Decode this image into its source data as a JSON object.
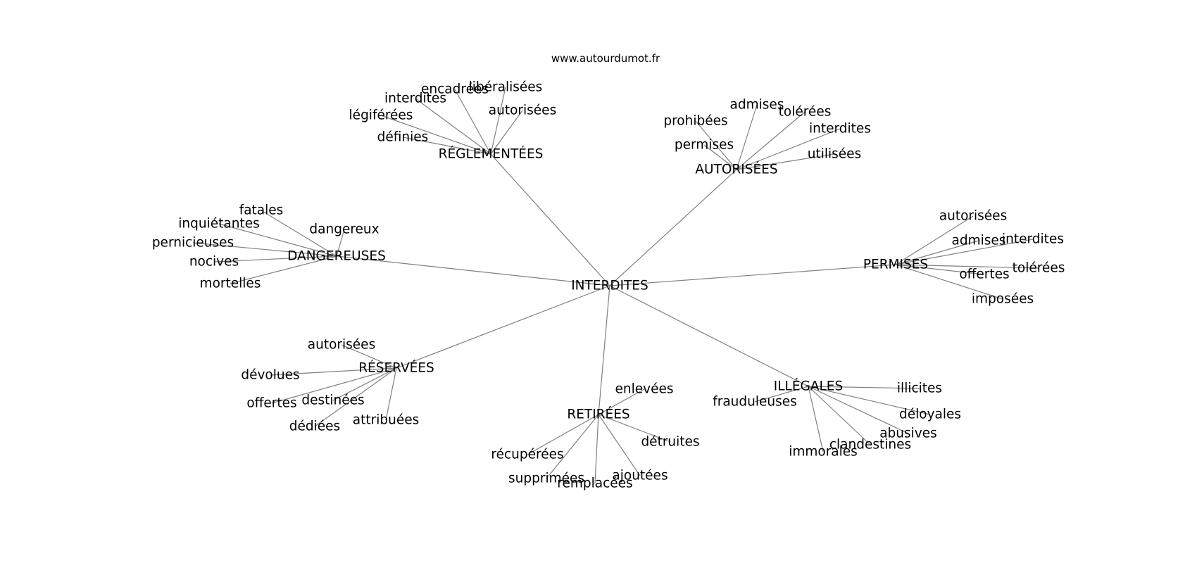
{
  "source": "www.autourdumot.fr",
  "center": "INTERDITES",
  "edge_color": "#808080",
  "clusters": [
    {
      "hub": "RÉGLEMENTÉES",
      "leaves": [
        "libéralisées",
        "encadrées",
        "interdites",
        "autorisées",
        "légiférées",
        "définies"
      ]
    },
    {
      "hub": "AUTORISÉES",
      "leaves": [
        "admises",
        "tolérées",
        "prohibées",
        "interdites",
        "permises",
        "utilisées"
      ]
    },
    {
      "hub": "DANGEREUSES",
      "leaves": [
        "fatales",
        "inquiétantes",
        "dangereux",
        "pernicieuses",
        "nocives",
        "mortelles"
      ]
    },
    {
      "hub": "PERMISES",
      "leaves": [
        "autorisées",
        "admises",
        "interdites",
        "tolérées",
        "offertes",
        "imposées"
      ]
    },
    {
      "hub": "RÉSERVÉES",
      "leaves": [
        "autorisées",
        "dévolues",
        "destinées",
        "offertes",
        "attribuées",
        "dédiées"
      ]
    },
    {
      "hub": "ILLÉGALES",
      "leaves": [
        "illicites",
        "frauduleuses",
        "déloyales",
        "abusives",
        "clandestines",
        "immorales"
      ]
    },
    {
      "hub": "RETIRÉES",
      "leaves": [
        "enlevées",
        "détruites",
        "récupérées",
        "ajoutées",
        "supprimées",
        "remplacées"
      ]
    }
  ]
}
